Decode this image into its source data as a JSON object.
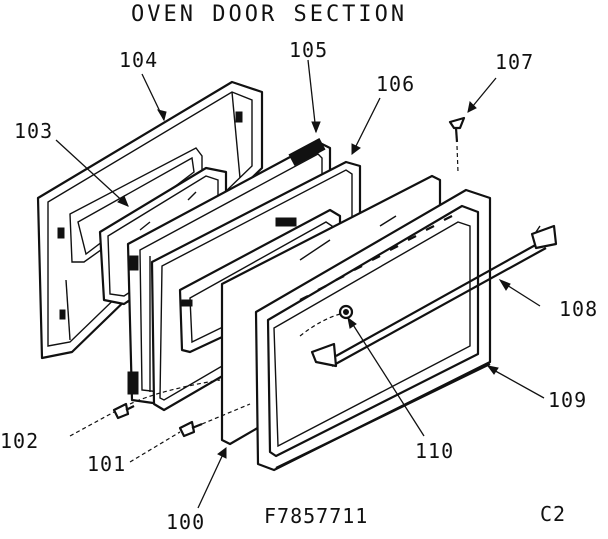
{
  "title": "OVEN DOOR SECTION",
  "drawing_number": "F7857711",
  "page_code": "C2",
  "callouts": {
    "c100": "100",
    "c101": "101",
    "c102": "102",
    "c103": "103",
    "c104": "104",
    "c105": "105",
    "c106": "106",
    "c107": "107",
    "c108": "108",
    "c109": "109",
    "c110": "110"
  }
}
